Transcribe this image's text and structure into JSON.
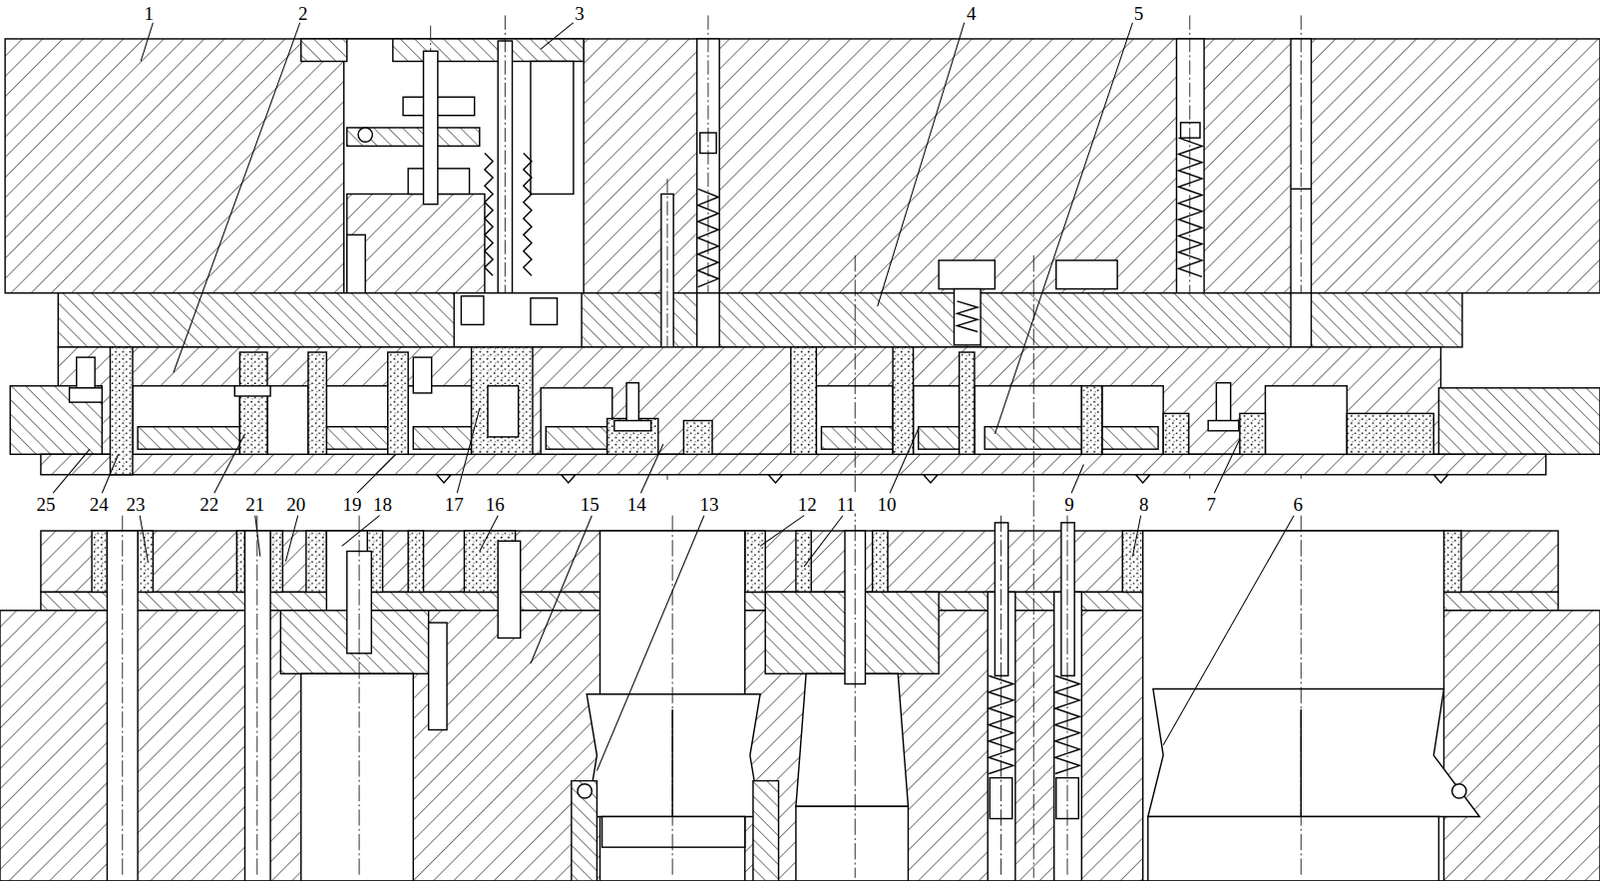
{
  "diagram": {
    "labels": [
      "1",
      "2",
      "3",
      "4",
      "5",
      "25",
      "24",
      "23",
      "22",
      "21",
      "20",
      "19",
      "18",
      "17",
      "16",
      "15",
      "14",
      "13",
      "12",
      "11",
      "10",
      "9",
      "8",
      "7",
      "6"
    ]
  }
}
